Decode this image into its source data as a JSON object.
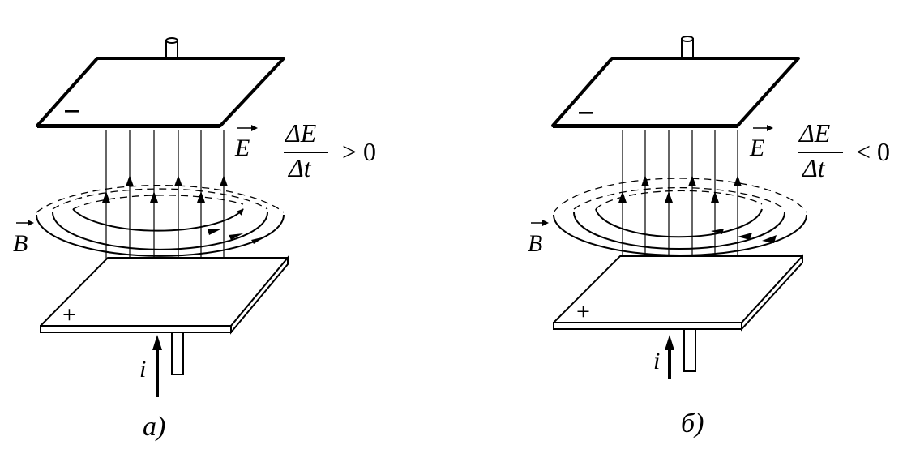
{
  "panels": [
    {
      "id": "a",
      "caption": "а)",
      "e_label": "E",
      "b_label": "B",
      "i_label": "i",
      "top_sign": "−",
      "bottom_sign": "+",
      "frac_num": "ΔE",
      "frac_den": "Δt",
      "relation": "> 0"
    },
    {
      "id": "b",
      "caption": "б)",
      "e_label": "E",
      "b_label": "B",
      "i_label": "i",
      "top_sign": "−",
      "bottom_sign": "+",
      "frac_num": "ΔE",
      "frac_den": "Δt",
      "relation": "< 0"
    }
  ]
}
